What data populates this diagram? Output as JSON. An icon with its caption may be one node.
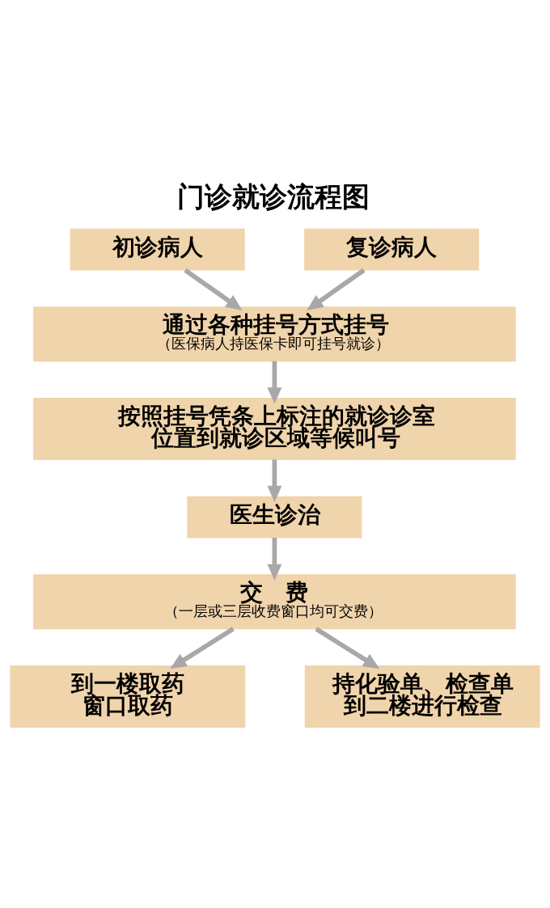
{
  "diagram": {
    "title": "门诊就诊流程图",
    "nodes": [
      {
        "text": [
          "初诊病人"
        ]
      },
      {
        "text": [
          "复诊病人"
        ]
      },
      {
        "text": [
          "通过各种挂号方式挂号",
          "（医保病人持医保卡即可挂号就诊）"
        ]
      },
      {
        "text": [
          "按照挂号凭条上标注的就诊诊室位置到就诊区域等候叫号"
        ]
      },
      {
        "text": [
          "医生诊治"
        ]
      },
      {
        "text": [
          "交　费",
          "（一层或三层收费窗口均可交费）"
        ]
      },
      {
        "text": [
          "到一楼取药窗口取药"
        ]
      },
      {
        "text": [
          "持化验单、检查单到二楼进行检查"
        ]
      }
    ],
    "edges": [
      {
        "from": 0,
        "to": 2,
        "arrow": "to"
      },
      {
        "from": 1,
        "to": 2,
        "arrow": "to"
      },
      {
        "from": 2,
        "to": 3,
        "arrow": "to"
      },
      {
        "from": 3,
        "to": 4,
        "arrow": "to"
      },
      {
        "from": 4,
        "to": 5,
        "arrow": "to"
      },
      {
        "from": 5,
        "to": 6,
        "arrow": "to"
      },
      {
        "from": 5,
        "to": 7,
        "arrow": "to"
      }
    ]
  }
}
